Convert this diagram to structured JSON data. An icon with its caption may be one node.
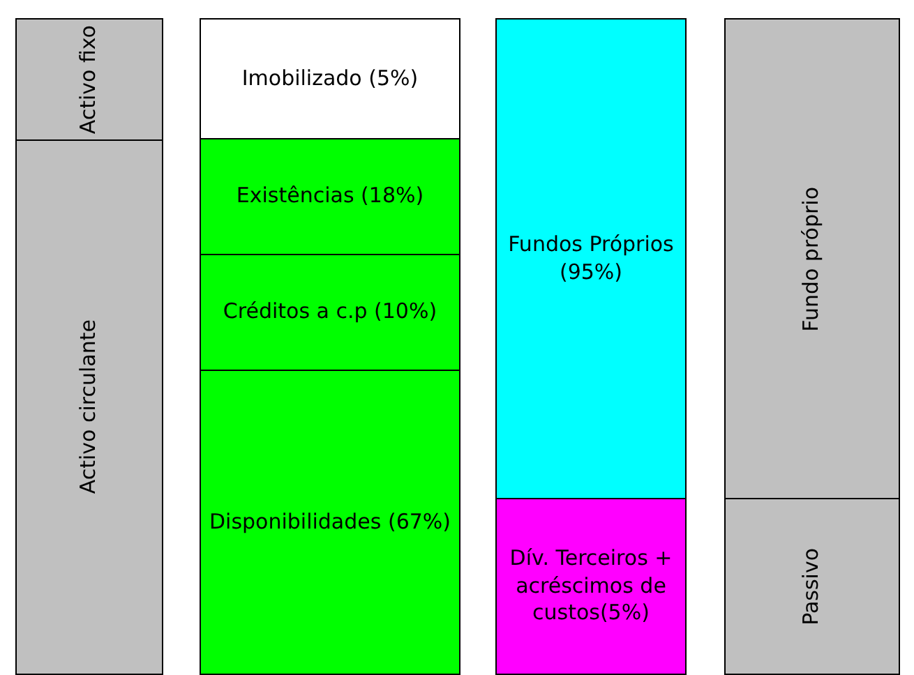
{
  "diagram": {
    "nodes": [
      {
        "text": [
          "Activo fixo"
        ]
      },
      {
        "text": [
          "Activo circulante"
        ]
      },
      {
        "text": [
          "Imobilizado (5%)"
        ]
      },
      {
        "text": [
          "Existências (18%)"
        ]
      },
      {
        "text": [
          "Créditos a c.p (10%)"
        ]
      },
      {
        "text": [
          "Disponibilidades (67%)"
        ]
      },
      {
        "text": [
          "Fundos Próprios (95%)"
        ]
      },
      {
        "text": [
          "Dív. Terceiros + acréscimos de custos(5%)"
        ]
      },
      {
        "text": [
          "Fundo próprio"
        ]
      },
      {
        "text": [
          "Passivo"
        ]
      }
    ]
  }
}
